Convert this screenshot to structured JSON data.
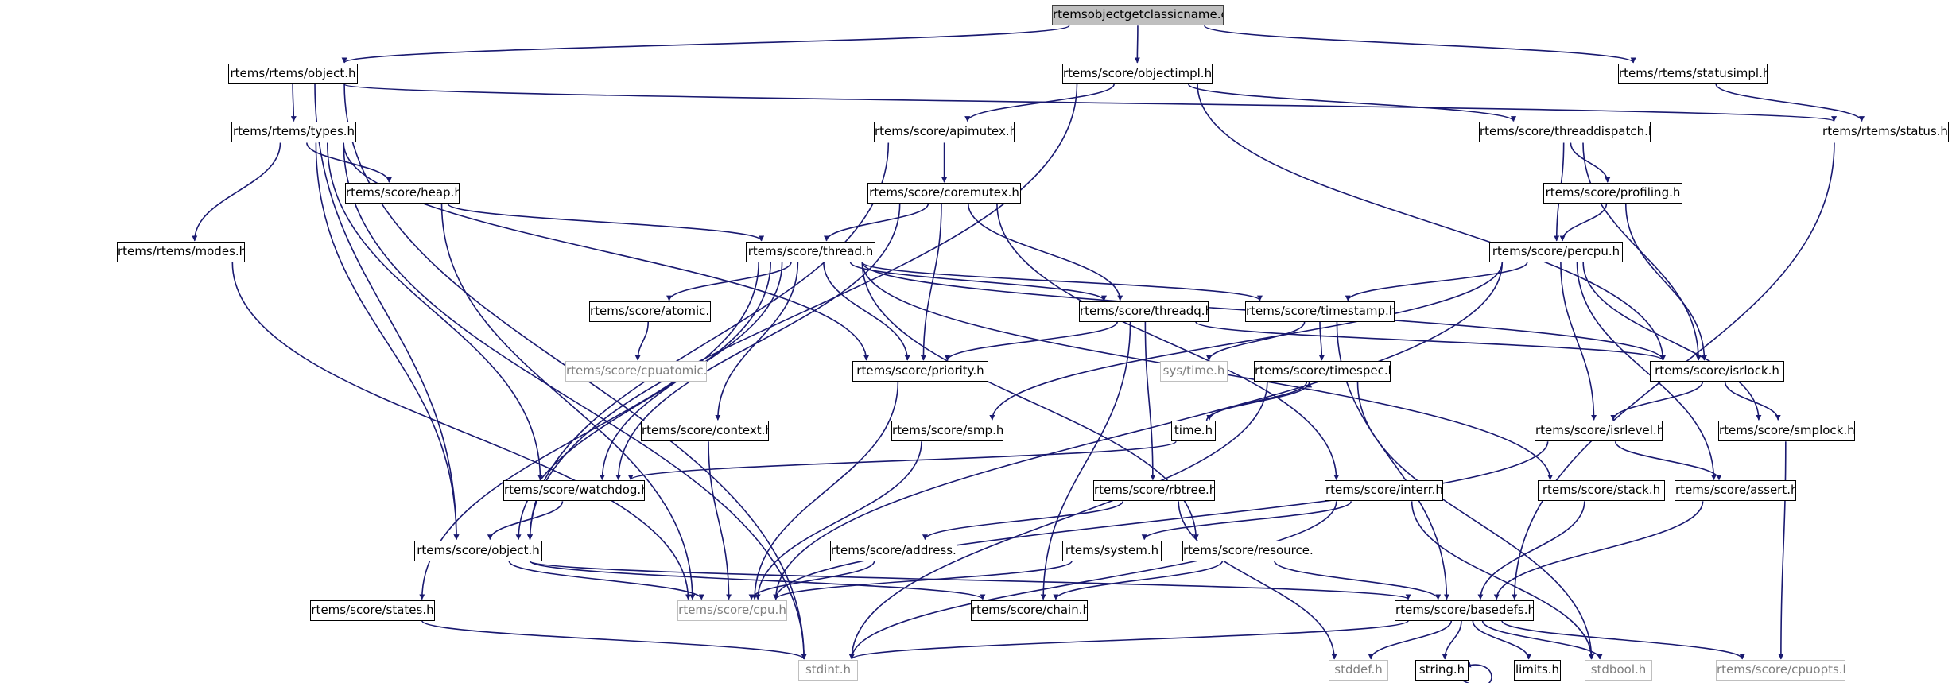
{
  "graph": {
    "nodes": [
      {
        "id": "n0",
        "label": "rtemsobjectgetclassicname.c",
        "kind": "root"
      },
      {
        "id": "n1",
        "label": "rtems/rtems/object.h",
        "kind": "file"
      },
      {
        "id": "n2",
        "label": "rtems/score/objectimpl.h",
        "kind": "file"
      },
      {
        "id": "n3",
        "label": "rtems/rtems/statusimpl.h",
        "kind": "file"
      },
      {
        "id": "n4",
        "label": "rtems/rtems/types.h",
        "kind": "file"
      },
      {
        "id": "n5",
        "label": "rtems/score/apimutex.h",
        "kind": "file"
      },
      {
        "id": "n6",
        "label": "rtems/score/threaddispatch.h",
        "kind": "file"
      },
      {
        "id": "n7",
        "label": "rtems/rtems/status.h",
        "kind": "file"
      },
      {
        "id": "n8",
        "label": "rtems/score/coremutex.h",
        "kind": "file"
      },
      {
        "id": "n9",
        "label": "rtems/score/heap.h",
        "kind": "file"
      },
      {
        "id": "n10",
        "label": "rtems/score/profiling.h",
        "kind": "file"
      },
      {
        "id": "n11",
        "label": "rtems/rtems/modes.h",
        "kind": "file"
      },
      {
        "id": "n12",
        "label": "rtems/score/thread.h",
        "kind": "file"
      },
      {
        "id": "n13",
        "label": "rtems/score/percpu.h",
        "kind": "file"
      },
      {
        "id": "n14",
        "label": "rtems/score/atomic.h",
        "kind": "file"
      },
      {
        "id": "n15",
        "label": "rtems/score/threadq.h",
        "kind": "file"
      },
      {
        "id": "n16",
        "label": "rtems/score/timestamp.h",
        "kind": "file"
      },
      {
        "id": "n17",
        "label": "rtems/score/cpuatomic.h",
        "kind": "external"
      },
      {
        "id": "n18",
        "label": "rtems/score/priority.h",
        "kind": "file"
      },
      {
        "id": "n19",
        "label": "sys/time.h",
        "kind": "external"
      },
      {
        "id": "n20",
        "label": "rtems/score/timespec.h",
        "kind": "file"
      },
      {
        "id": "n21",
        "label": "rtems/score/isrlock.h",
        "kind": "file"
      },
      {
        "id": "n22",
        "label": "rtems/score/context.h",
        "kind": "file"
      },
      {
        "id": "n23",
        "label": "rtems/score/smp.h",
        "kind": "file"
      },
      {
        "id": "n24",
        "label": "time.h",
        "kind": "file"
      },
      {
        "id": "n25",
        "label": "rtems/score/isrlevel.h",
        "kind": "file"
      },
      {
        "id": "n26",
        "label": "rtems/score/smplock.h",
        "kind": "file"
      },
      {
        "id": "n27",
        "label": "rtems/score/watchdog.h",
        "kind": "file"
      },
      {
        "id": "n28",
        "label": "rtems/score/rbtree.h",
        "kind": "file"
      },
      {
        "id": "n29",
        "label": "rtems/score/interr.h",
        "kind": "file"
      },
      {
        "id": "n30",
        "label": "rtems/score/stack.h",
        "kind": "file"
      },
      {
        "id": "n31",
        "label": "rtems/score/assert.h",
        "kind": "file"
      },
      {
        "id": "n32",
        "label": "rtems/score/object.h",
        "kind": "file"
      },
      {
        "id": "n33",
        "label": "rtems/score/address.h",
        "kind": "file"
      },
      {
        "id": "n34",
        "label": "rtems/system.h",
        "kind": "file"
      },
      {
        "id": "n35",
        "label": "rtems/score/resource.h",
        "kind": "file"
      },
      {
        "id": "n36",
        "label": "rtems/score/states.h",
        "kind": "file"
      },
      {
        "id": "n37",
        "label": "rtems/score/cpu.h",
        "kind": "external"
      },
      {
        "id": "n38",
        "label": "rtems/score/chain.h",
        "kind": "file"
      },
      {
        "id": "n39",
        "label": "rtems/score/basedefs.h",
        "kind": "file"
      },
      {
        "id": "n40",
        "label": "stdint.h",
        "kind": "external"
      },
      {
        "id": "n41",
        "label": "stddef.h",
        "kind": "external"
      },
      {
        "id": "n42",
        "label": "string.h",
        "kind": "file"
      },
      {
        "id": "n43",
        "label": "limits.h",
        "kind": "file"
      },
      {
        "id": "n44",
        "label": "stdbool.h",
        "kind": "external"
      },
      {
        "id": "n45",
        "label": "rtems/score/cpuopts.h",
        "kind": "external"
      }
    ],
    "edges": [
      [
        "n0",
        "n1"
      ],
      [
        "n0",
        "n2"
      ],
      [
        "n0",
        "n3"
      ],
      [
        "n1",
        "n4"
      ],
      [
        "n1",
        "n7"
      ],
      [
        "n1",
        "n32"
      ],
      [
        "n1",
        "n40"
      ],
      [
        "n2",
        "n5"
      ],
      [
        "n2",
        "n6"
      ],
      [
        "n2",
        "n21"
      ],
      [
        "n2",
        "n32"
      ],
      [
        "n3",
        "n7"
      ],
      [
        "n4",
        "n9"
      ],
      [
        "n4",
        "n11"
      ],
      [
        "n4",
        "n18"
      ],
      [
        "n4",
        "n27"
      ],
      [
        "n4",
        "n32"
      ],
      [
        "n4",
        "n40"
      ],
      [
        "n5",
        "n8"
      ],
      [
        "n5",
        "n32"
      ],
      [
        "n6",
        "n10"
      ],
      [
        "n6",
        "n13"
      ],
      [
        "n6",
        "n21"
      ],
      [
        "n7",
        "n39"
      ],
      [
        "n8",
        "n12"
      ],
      [
        "n8",
        "n15"
      ],
      [
        "n8",
        "n18"
      ],
      [
        "n8",
        "n27"
      ],
      [
        "n8",
        "n29"
      ],
      [
        "n9",
        "n12"
      ],
      [
        "n9",
        "n37"
      ],
      [
        "n10",
        "n13"
      ],
      [
        "n10",
        "n21"
      ],
      [
        "n11",
        "n37"
      ],
      [
        "n12",
        "n14"
      ],
      [
        "n12",
        "n15"
      ],
      [
        "n12",
        "n16"
      ],
      [
        "n12",
        "n18"
      ],
      [
        "n12",
        "n21"
      ],
      [
        "n12",
        "n22"
      ],
      [
        "n12",
        "n27"
      ],
      [
        "n12",
        "n30"
      ],
      [
        "n12",
        "n32"
      ],
      [
        "n12",
        "n35"
      ],
      [
        "n12",
        "n36"
      ],
      [
        "n13",
        "n16"
      ],
      [
        "n13",
        "n23"
      ],
      [
        "n13",
        "n25"
      ],
      [
        "n13",
        "n26"
      ],
      [
        "n13",
        "n31"
      ],
      [
        "n13",
        "n37"
      ],
      [
        "n14",
        "n17"
      ],
      [
        "n15",
        "n18"
      ],
      [
        "n15",
        "n21"
      ],
      [
        "n15",
        "n28"
      ],
      [
        "n15",
        "n38"
      ],
      [
        "n16",
        "n19"
      ],
      [
        "n16",
        "n20"
      ],
      [
        "n16",
        "n39"
      ],
      [
        "n18",
        "n37"
      ],
      [
        "n20",
        "n24"
      ],
      [
        "n20",
        "n40"
      ],
      [
        "n20",
        "n44"
      ],
      [
        "n21",
        "n25"
      ],
      [
        "n21",
        "n26"
      ],
      [
        "n22",
        "n37"
      ],
      [
        "n23",
        "n37"
      ],
      [
        "n24",
        "n20"
      ],
      [
        "n24",
        "n27"
      ],
      [
        "n25",
        "n31"
      ],
      [
        "n25",
        "n37"
      ],
      [
        "n26",
        "n45"
      ],
      [
        "n27",
        "n32"
      ],
      [
        "n28",
        "n33"
      ],
      [
        "n28",
        "n41"
      ],
      [
        "n29",
        "n34"
      ],
      [
        "n29",
        "n40"
      ],
      [
        "n29",
        "n44"
      ],
      [
        "n30",
        "n39"
      ],
      [
        "n31",
        "n39"
      ],
      [
        "n32",
        "n37"
      ],
      [
        "n32",
        "n38"
      ],
      [
        "n32",
        "n39"
      ],
      [
        "n33",
        "n37"
      ],
      [
        "n34",
        "n37"
      ],
      [
        "n35",
        "n38"
      ],
      [
        "n35",
        "n39"
      ],
      [
        "n36",
        "n40"
      ],
      [
        "n39",
        "n40"
      ],
      [
        "n39",
        "n41"
      ],
      [
        "n39",
        "n42"
      ],
      [
        "n39",
        "n43"
      ],
      [
        "n39",
        "n44"
      ],
      [
        "n39",
        "n45"
      ],
      [
        "n42",
        "n42"
      ]
    ]
  }
}
